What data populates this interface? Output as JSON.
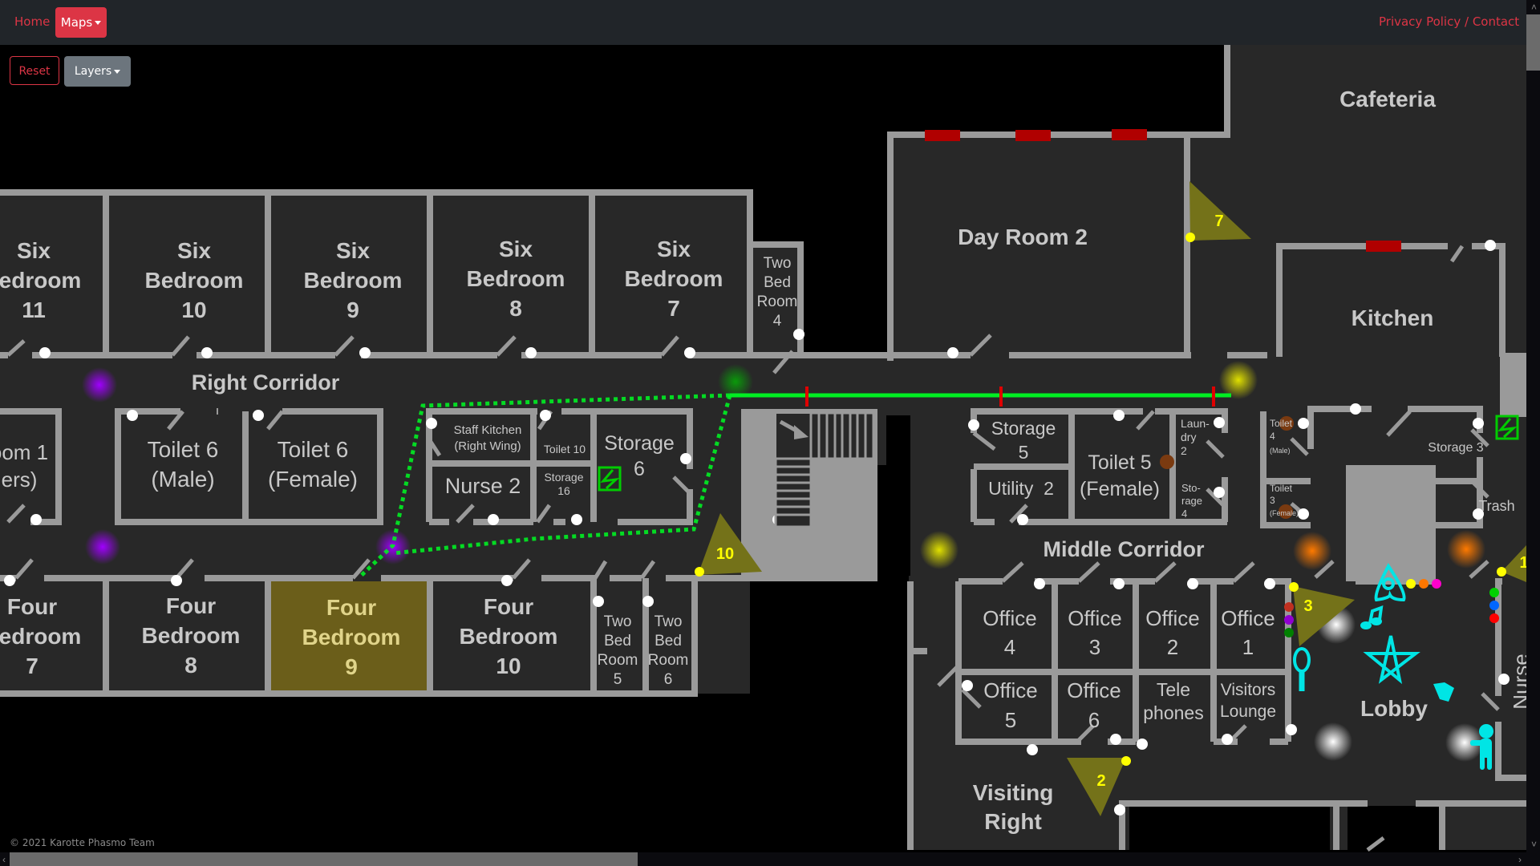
{
  "navbar": {
    "home_label": "Home",
    "maps_label": "Maps",
    "privacy_label": "Privacy Policy / Contact"
  },
  "toolbar": {
    "reset_label": "Reset",
    "layers_label": "Layers"
  },
  "footer": {
    "copyright": "© 2021 Karotte Phasmo Team"
  },
  "map": {
    "corridors": {
      "right": "Right Corridor",
      "middle": "Middle Corridor"
    },
    "rooms": {
      "six_bedroom_11": [
        "Six",
        "edroom",
        "11"
      ],
      "six_bedroom_10": [
        "Six",
        "Bedroom",
        "10"
      ],
      "six_bedroom_9": [
        "Six",
        "Bedroom",
        "9"
      ],
      "six_bedroom_8": [
        "Six",
        "Bedroom",
        "8"
      ],
      "six_bedroom_7": [
        "Six",
        "Bedroom",
        "7"
      ],
      "two_bed_room_4": [
        "Two",
        "Bed",
        "Room",
        "4"
      ],
      "room_1_partial": [
        "oom 1",
        "ers)"
      ],
      "toilet_6_male": [
        "Toilet 6",
        "(Male)"
      ],
      "toilet_6_female": [
        "Toilet 6",
        "(Female)"
      ],
      "staff_kitchen": [
        "Staff Kitchen",
        "(Right Wing)"
      ],
      "toilet_10": "Toilet 10",
      "nurse_2": "Nurse 2",
      "storage_16": [
        "Storage",
        "16"
      ],
      "storage_6": [
        "Storage",
        "6"
      ],
      "four_bedroom_7": [
        "Four",
        "edroom",
        "7"
      ],
      "four_bedroom_8": [
        "Four",
        "Bedroom",
        "8"
      ],
      "four_bedroom_9": [
        "Four",
        "Bedroom",
        "9"
      ],
      "four_bedroom_10": [
        "Four",
        "Bedroom",
        "10"
      ],
      "two_bed_room_5": [
        "Two",
        "Bed",
        "Room",
        "5"
      ],
      "two_bed_room_6": [
        "Two",
        "Bed",
        "Room",
        "6"
      ],
      "day_room_2": "Day Room 2",
      "cafeteria": "Cafeteria",
      "kitchen": "Kitchen",
      "storage_5": [
        "Storage",
        "5"
      ],
      "utility_2": "Utility  2",
      "toilet_5_female": [
        "Toilet 5",
        "(Female)"
      ],
      "laundry_2": [
        "Laun-",
        "dry",
        "2"
      ],
      "storage_4": [
        "Sto-",
        "rage",
        "4"
      ],
      "toilet_4_male": [
        "Toilet",
        "4",
        "(Male)"
      ],
      "toilet_3_female": [
        "Toilet",
        "3",
        "(Female)"
      ],
      "storage_3": "Storage 3",
      "trash": "Trash",
      "office_4": [
        "Office",
        "4"
      ],
      "office_3": [
        "Office",
        "3"
      ],
      "office_2": [
        "Office",
        "2"
      ],
      "office_1": [
        "Office",
        "1"
      ],
      "office_5": [
        "Office",
        "5"
      ],
      "office_6": [
        "Office",
        "6"
      ],
      "telephones": [
        "Tele",
        "phones"
      ],
      "visitors_lounge": [
        "Visitors",
        "Lounge"
      ],
      "lobby": "Lobby",
      "visiting_right": [
        "Visiting",
        "Right"
      ],
      "nurse_partial": "Nurse"
    },
    "highlighted_room": "Four Bedroom 9",
    "cameras": [
      "7",
      "10",
      "3",
      "2",
      "1"
    ],
    "colors": {
      "wall": "#9a9a9a",
      "floor": "#282828",
      "highlight": "#6b5e1a",
      "camera": "#747219",
      "camera_label": "#ffff00",
      "route": "#00ee22",
      "cursed_object": "#00e5e5",
      "fusebox": "#00cc00",
      "door_locked": "#b00000"
    }
  }
}
